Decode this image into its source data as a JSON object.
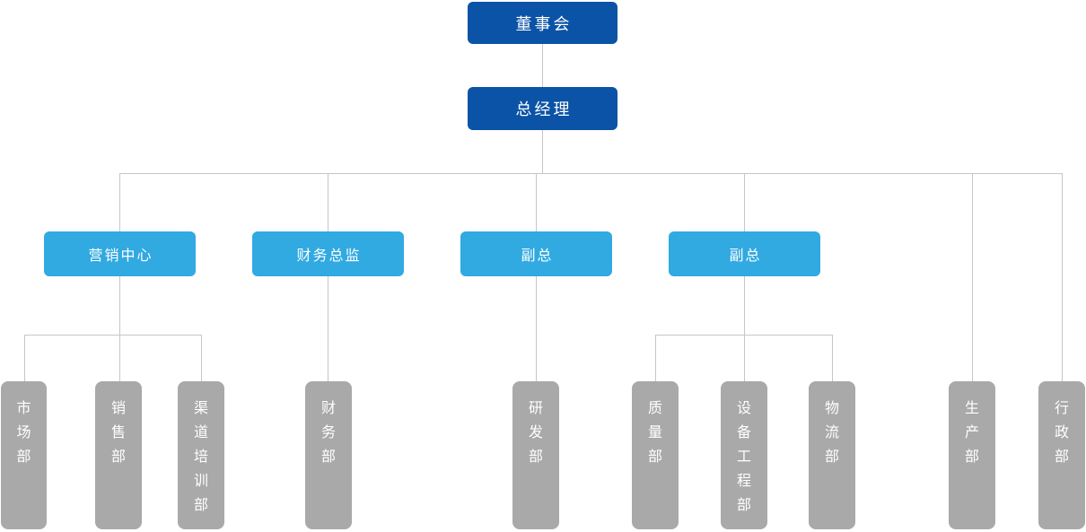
{
  "org_chart": {
    "board": {
      "label": "董事会"
    },
    "general_manager": {
      "label": "总经理"
    },
    "branches": [
      {
        "label": "营销中心",
        "departments": [
          "市场部",
          "销售部",
          "渠道培训部"
        ]
      },
      {
        "label": "财务总监",
        "departments": [
          "财务部"
        ]
      },
      {
        "label": "副总",
        "departments": [
          "研发部"
        ]
      },
      {
        "label": "副总",
        "departments": [
          "质量部",
          "设备工程部",
          "物流部"
        ]
      }
    ],
    "direct_departments": [
      "生产部",
      "行政部"
    ]
  },
  "colors": {
    "executive_box": "#0b53a6",
    "branch_box": "#31a9e1",
    "department_box": "#a9a9a9",
    "connector_line": "#c6c6c6",
    "text": "#ffffff"
  }
}
